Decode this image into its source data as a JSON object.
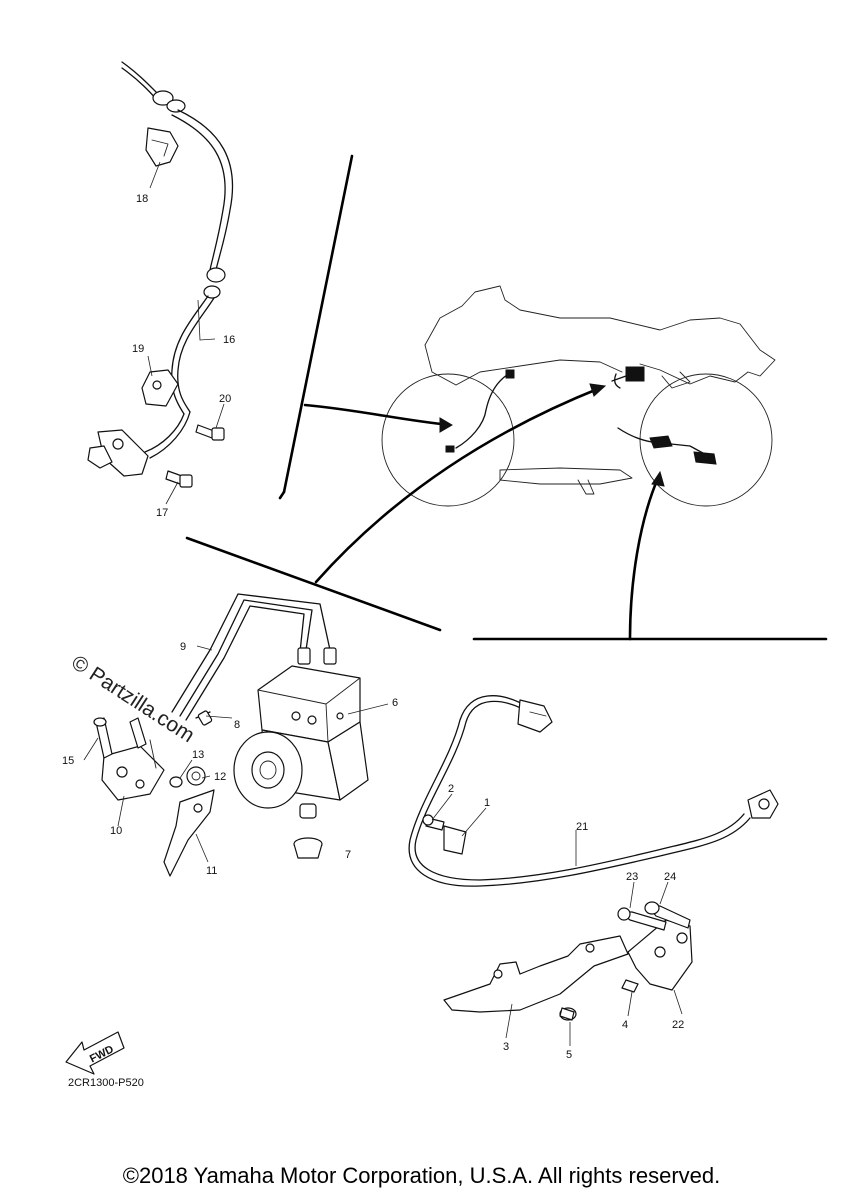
{
  "diagram_code": "2CR1300-P520",
  "watermark": "© Partzilla.com",
  "fwd_label": "FWD",
  "copyright": "©2018 Yamaha Motor Corporation, U.S.A. All rights reserved.",
  "callouts": {
    "p1": "1",
    "p2": "2",
    "p3": "3",
    "p4": "4",
    "p5": "5",
    "p6": "6",
    "p7": "7",
    "p8": "8",
    "p9": "9",
    "p10": "10",
    "p11": "11",
    "p12": "12",
    "p13": "13",
    "p15": "15",
    "p16": "16",
    "p17": "17",
    "p18": "18",
    "p19": "19",
    "p20": "20",
    "p21": "21",
    "p22": "22",
    "p23": "23",
    "p24": "24"
  }
}
